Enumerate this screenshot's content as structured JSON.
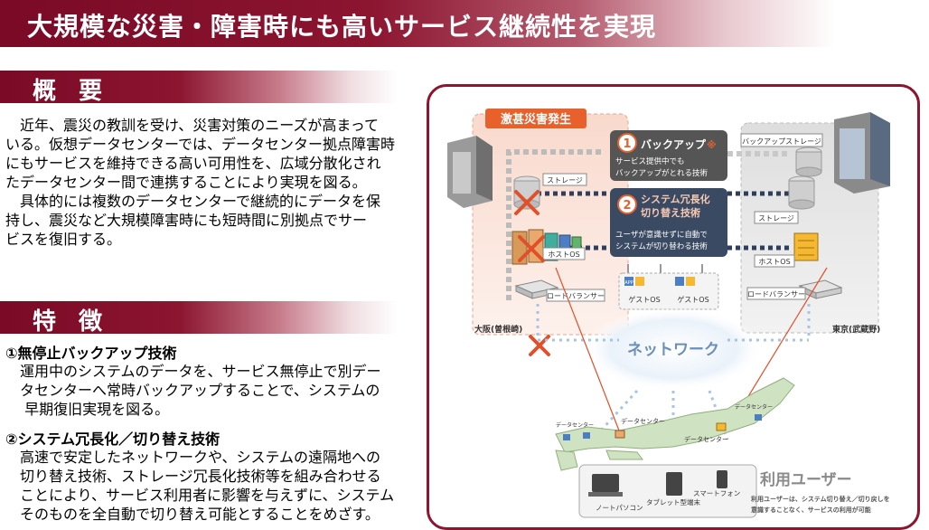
{
  "title": "大規模な災害・障害時にも高いサービス継続性を実現",
  "overview": {
    "heading": "概 要",
    "lines": [
      "　近年、震災の教訓を受け、災害対策のニーズが高まって",
      "いる。仮想データセンターでは、データセンター拠点障害時",
      "にもサービスを維持できる高い可用性を、広域分散化され",
      "たデータセンター間で連携することにより実現を図る。",
      "　具体的には複数のデータセンターで継続的にデータを保",
      "持し、震災など大規模障害時にも短時間に別拠点でサー",
      "ビスを復旧する。"
    ]
  },
  "features": {
    "heading": "特 徴",
    "items": [
      {
        "title": "①無停止バックアップ技術",
        "lines": [
          "　運用中のシステムのデータを、サービス無停止で別デー",
          "　タセンターへ常時バックアップすることで、システムの",
          "　 早期復旧実現を図る。"
        ]
      },
      {
        "title": "②システム冗長化／切り替え技術",
        "lines": [
          "　高速で安定したネットワークや、システムの遠隔地への",
          "　切り替え技術、ストレージ冗長化技術等を組み合わせる",
          "　ことにより、サービス利用者に影響を与えずに、システム",
          "　そのものを全自動で切り替え可能とすることをめざす。"
        ]
      }
    ]
  },
  "diagram": {
    "disaster_label": "激甚災害発生",
    "backup_num": "1",
    "backup_title": "バックアップ",
    "backup_mark": "※",
    "backup_desc1": "サービス提供中でも",
    "backup_desc2": "バックアップがとれる技術",
    "backup_storage": "バックアップストレージ",
    "redundancy_num": "2",
    "redundancy_title1": "システム冗長化",
    "redundancy_title2": "切り替え技術",
    "redundancy_desc1": "ユーザが意識せずに自動で",
    "redundancy_desc2": "システムが切り替わる技術",
    "storage_left": "ストレージ",
    "storage_right": "ストレージ",
    "hostos_left": "ホストOS",
    "hostos_right": "ホストOS",
    "lb_left": "ロードバランサー",
    "lb_right": "ロードバランサー",
    "guest_os": "ゲストOS",
    "app": "APP",
    "osaka": "大阪(曽根崎)",
    "tokyo": "東京(武蔵野)",
    "network": "ネットワーク",
    "dc_label": "データセンター",
    "users_title": "利用ユーザー",
    "users_desc1": "利用ユーザーは、システム切り替え／切り戻しを",
    "users_desc2": "意識することなく、サービスの利用が可能",
    "laptop": "ノートパソコン",
    "tablet": "タブレット型端末",
    "smartphone": "スマートフォン"
  }
}
